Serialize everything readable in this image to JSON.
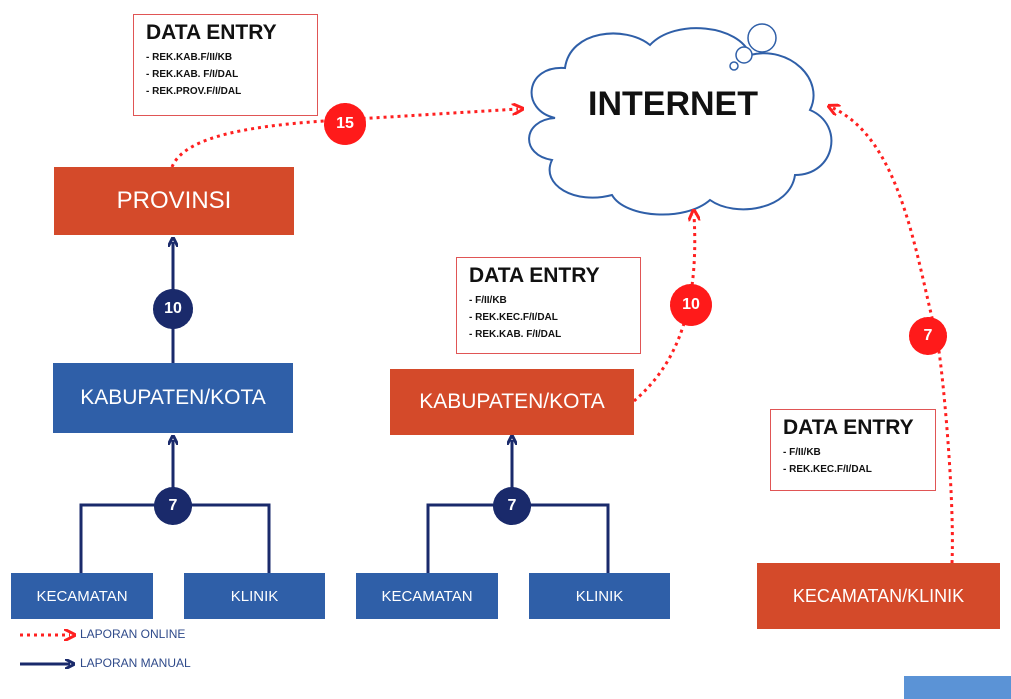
{
  "internet": {
    "label": "INTERNET"
  },
  "provinsi": {
    "label": "PROVINSI"
  },
  "kab_manual": {
    "label": "KABUPATEN/KOTA"
  },
  "kab_online": {
    "label": "KABUPATEN/KOTA"
  },
  "left_group": {
    "kecamatan": "KECAMATAN",
    "klinik": "KLINIK"
  },
  "mid_group": {
    "kecamatan": "KECAMATAN",
    "klinik": "KLINIK"
  },
  "kec_klinik": {
    "label": "KECAMATAN/KLINIK"
  },
  "entry_prov": {
    "title": "DATA ENTRY",
    "items": [
      "- REK.KAB.F/II/KB",
      "- REK.KAB. F/I/DAL",
      "- REK.PROV.F/I/DAL"
    ]
  },
  "entry_kab": {
    "title": "DATA ENTRY",
    "items": [
      "- F/II/KB",
      "- REK.KEC.F/I/DAL",
      "- REK.KAB. F/I/DAL"
    ]
  },
  "entry_kec": {
    "title": "DATA ENTRY",
    "items": [
      "- F/II/KB",
      "- REK.KEC.F/I/DAL"
    ]
  },
  "badges": {
    "prov_online": "15",
    "kab_manual_to_prov": "10",
    "left_group_to_kab": "7",
    "mid_group_to_kab": "7",
    "kab_online": "10",
    "kec_online": "7"
  },
  "legend": {
    "online": "LAPORAN ONLINE",
    "manual": "LAPORAN MANUAL"
  },
  "colors": {
    "red_box": "#d44a2a",
    "blue_box": "#2f5fa8",
    "online_line": "#ff2020",
    "manual_line": "#1a2a6b"
  }
}
